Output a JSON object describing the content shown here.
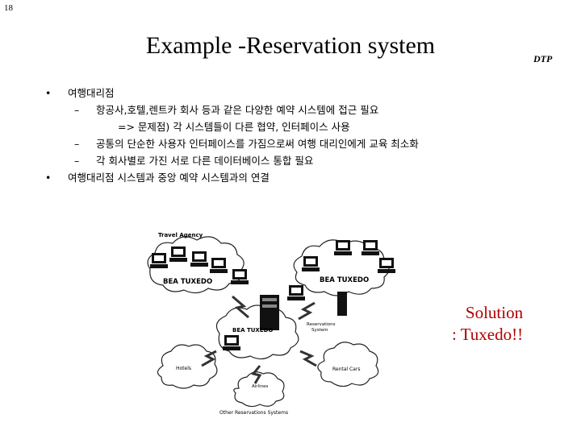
{
  "page_number": "18",
  "title": "Example -Reservation system",
  "logo": "DTP",
  "bullets": [
    {
      "mark": "•",
      "text": "여행대리점"
    },
    {
      "mark": "–",
      "text": "항공사,호텔,렌트카 회사 등과 같은 다양한 예약 시스템에 접근 필요"
    },
    {
      "mark": "",
      "text": "=> 문제점) 각 시스템들이 다른 협약, 인터페이스 사용"
    },
    {
      "mark": "–",
      "text": "공통의 단순한 사용자 인터페이스를 가짐으로써 여행 대리인에게 교육 최소화"
    },
    {
      "mark": "–",
      "text": "각 회사별로 가진 서로 다른 데이터베이스 통합 필요"
    },
    {
      "mark": "•",
      "text": "여행대리점 시스템과 중앙 예약 시스템과의 연결"
    }
  ],
  "diagram": {
    "travel_agency": "Travel Agency",
    "bea_left": "BEA TUXEDO",
    "bea_right": "BEA TUXEDO",
    "bea_center": "BEA TUXEDO",
    "reservations_line1": "Reservations",
    "reservations_line2": "System",
    "hotels": "Hotels",
    "rental_cars": "Rental Cars",
    "airlines": "Airlines",
    "other_systems": "Other Reservations Systems"
  },
  "solution": {
    "line1": "Solution",
    "line2": ": Tuxedo!!"
  }
}
